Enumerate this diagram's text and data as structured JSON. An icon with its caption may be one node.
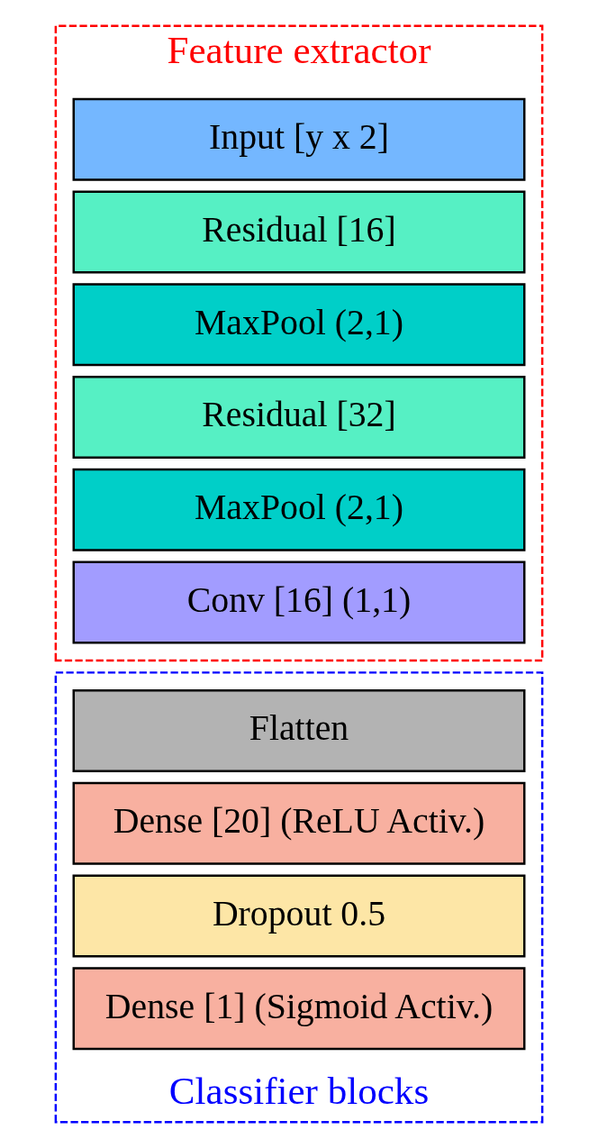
{
  "diagram": {
    "nodes": [
      {
        "text": [
          "Feature extractor"
        ]
      },
      {
        "text": [
          "Input [y x 2]"
        ],
        "in": 0
      },
      {
        "text": [
          "Residual [16]"
        ],
        "in": 0
      },
      {
        "text": [
          "MaxPool (2,1)"
        ],
        "in": 0
      },
      {
        "text": [
          "Residual [32]"
        ],
        "in": 0
      },
      {
        "text": [
          "MaxPool (2,1)"
        ],
        "in": 0
      },
      {
        "text": [
          "Conv [16] (1,1)"
        ],
        "in": 0
      },
      {
        "text": [
          "Classifier blocks"
        ]
      },
      {
        "text": [
          "Flatten"
        ],
        "in": 7
      },
      {
        "text": [
          "Dense [20] (ReLU Activ.)"
        ],
        "in": 7
      },
      {
        "text": [
          "Dropout 0.5"
        ],
        "in": 7
      },
      {
        "text": [
          "Dense [1] (Sigmoid Activ.)"
        ],
        "in": 7
      }
    ],
    "edges": []
  }
}
